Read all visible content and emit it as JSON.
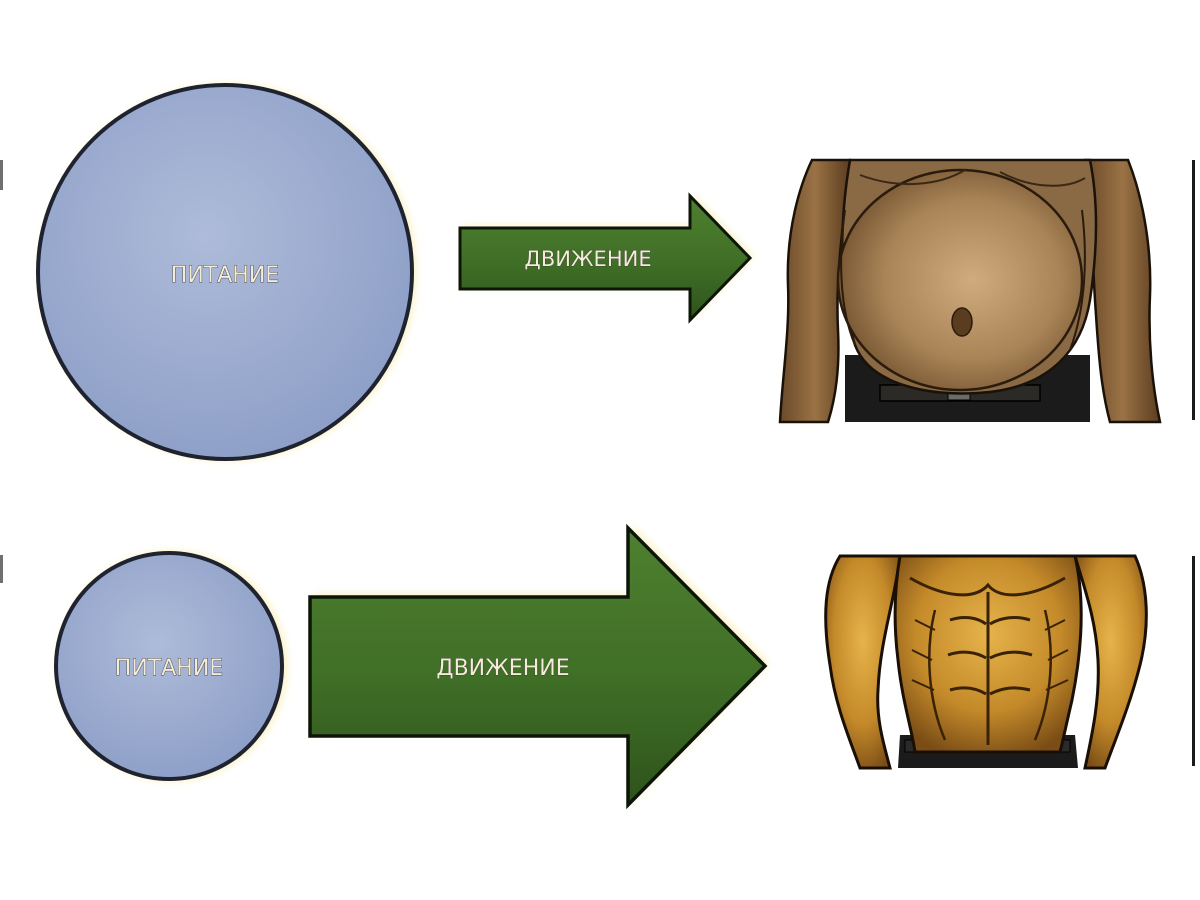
{
  "rows": [
    {
      "id": "top",
      "circle": {
        "label": "ПИТАНИЕ",
        "fill": "#9fb0d3",
        "stroke": "#1f2330"
      },
      "arrow": {
        "label": "ДВИЖЕНИЕ",
        "fill": "#3f6e26",
        "stroke": "#0c1508"
      },
      "result_image": "belly-torso"
    },
    {
      "id": "bottom",
      "circle": {
        "label": "ПИТАНИЕ",
        "fill": "#9fb0d3",
        "stroke": "#1f2330"
      },
      "arrow": {
        "label": "ДВИЖЕНИЕ",
        "fill": "#3d6a23",
        "stroke": "#0c1508"
      },
      "result_image": "muscular-torso"
    }
  ],
  "colors": {
    "background": "#ffffff",
    "label_text": "#f4ecd8",
    "label_outline": "#2b2b2b",
    "glow": "#f3e27a"
  }
}
